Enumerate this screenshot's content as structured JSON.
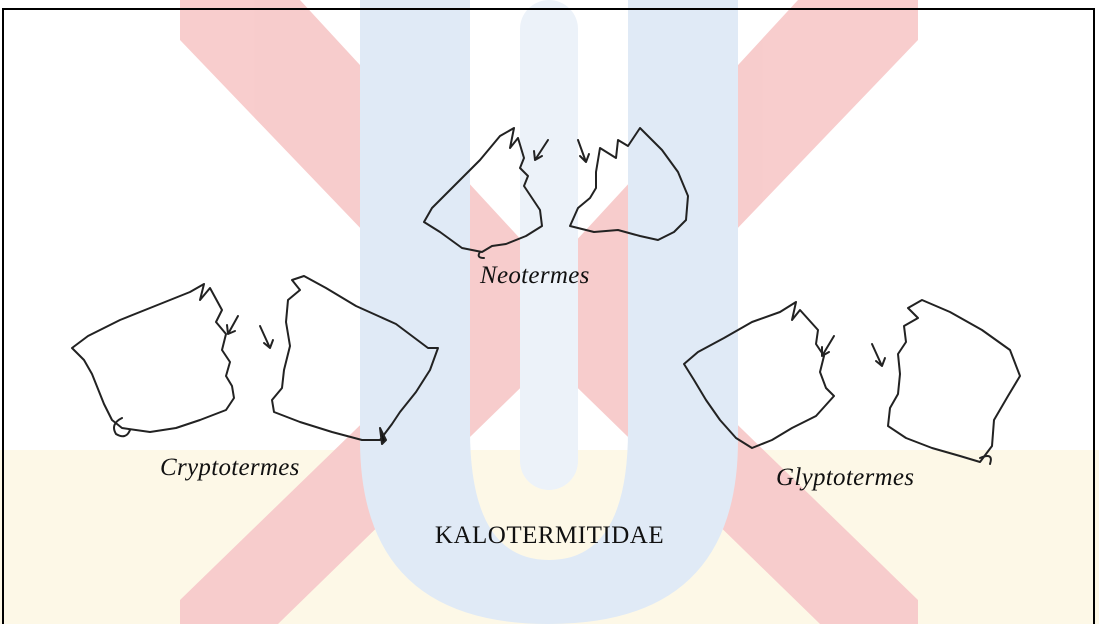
{
  "figure": {
    "genera": [
      {
        "id": "neotermes",
        "label": "Neotermes"
      },
      {
        "id": "cryptotermes",
        "label": "Cryptotermes"
      },
      {
        "id": "glyptotermes",
        "label": "Glyptotermes"
      }
    ],
    "family": "KALOTERMITIDAE"
  },
  "watermark": {
    "colors": {
      "red": "#f5bcbc",
      "blue": "#d6e4f3",
      "yellow": "#fbeec5"
    }
  }
}
